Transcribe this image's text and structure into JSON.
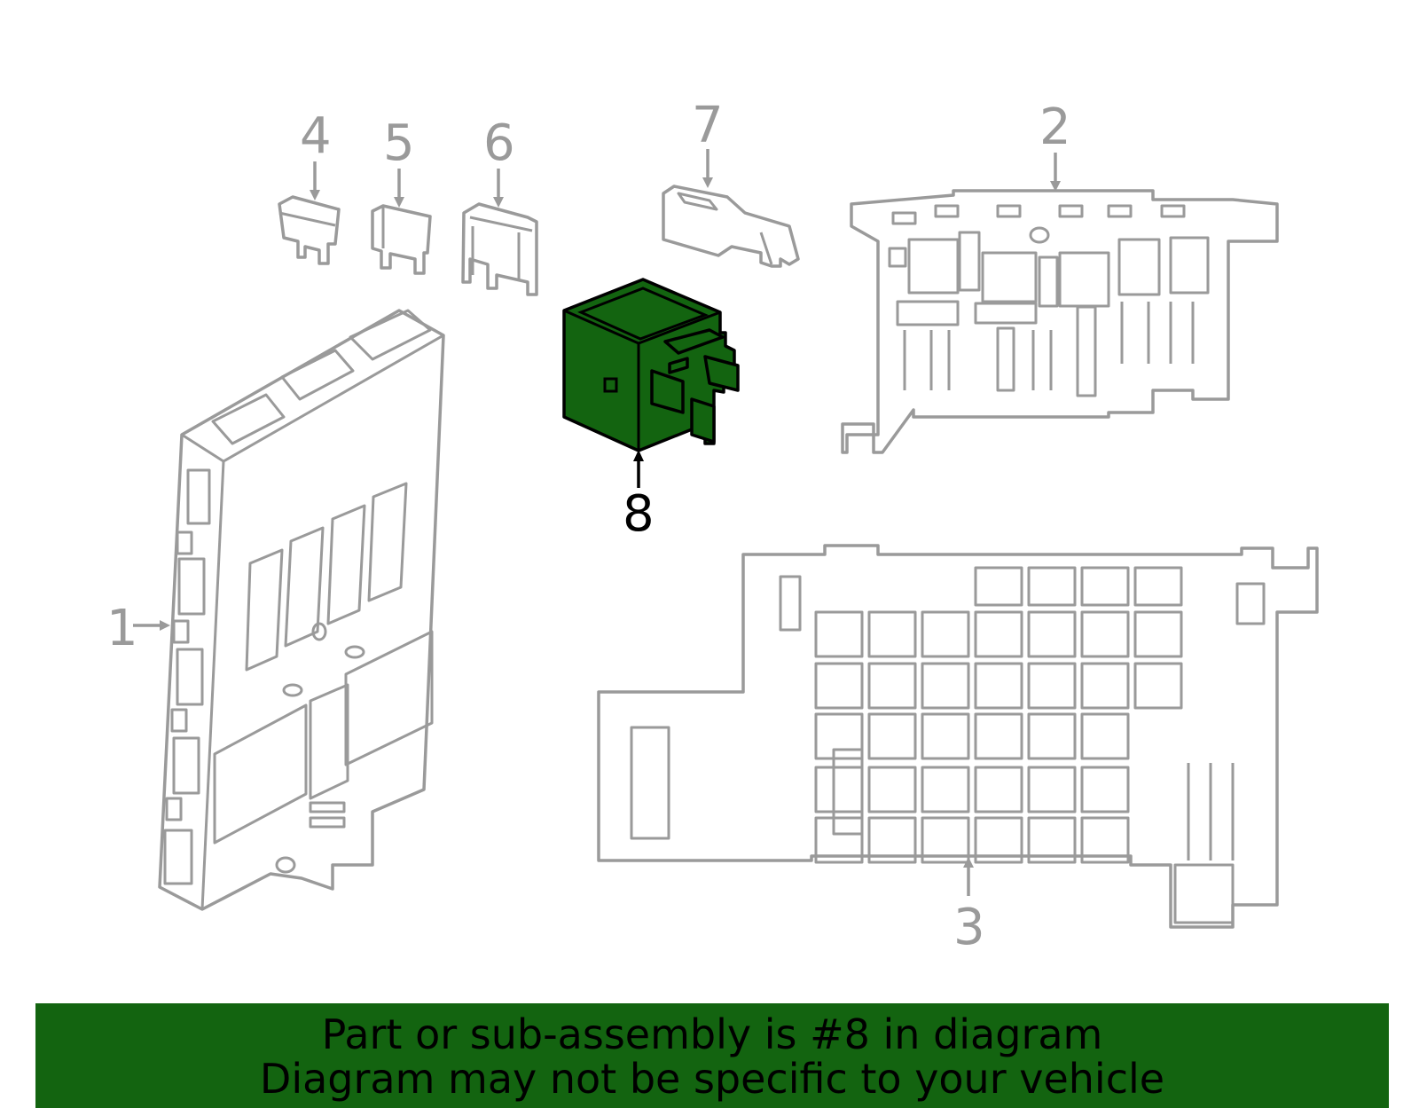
{
  "callouts": [
    {
      "id": "1",
      "label": "1"
    },
    {
      "id": "2",
      "label": "2"
    },
    {
      "id": "3",
      "label": "3"
    },
    {
      "id": "4",
      "label": "4"
    },
    {
      "id": "5",
      "label": "5"
    },
    {
      "id": "6",
      "label": "6"
    },
    {
      "id": "7",
      "label": "7"
    },
    {
      "id": "8",
      "label": "8"
    }
  ],
  "highlighted_part": "8",
  "colors": {
    "highlight": "#136410",
    "outline": "#9a9a9a",
    "banner_background": "#136410"
  },
  "banner": {
    "line1": "Part or sub-assembly is #8 in diagram",
    "line2": "Diagram may not be specific to your vehicle"
  }
}
